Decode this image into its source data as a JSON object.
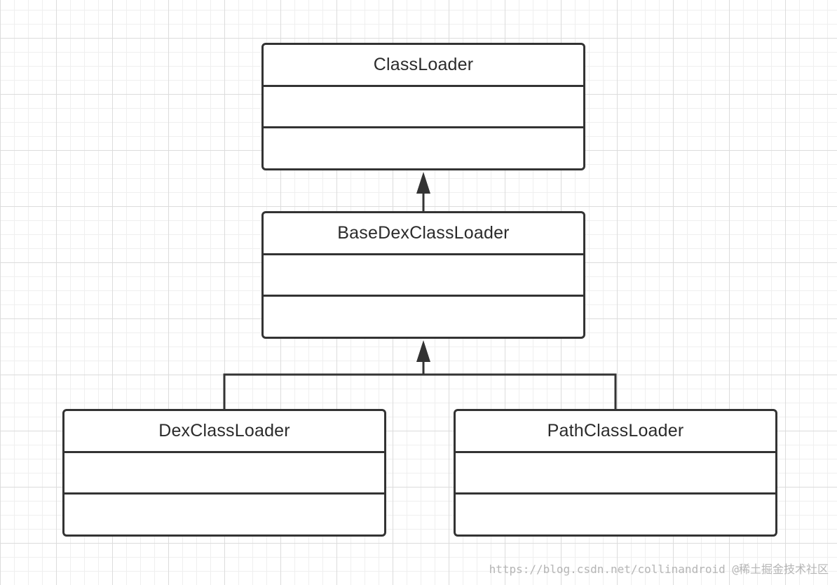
{
  "diagram": {
    "classes": [
      {
        "id": "classloader",
        "name": "ClassLoader"
      },
      {
        "id": "basedex",
        "name": "BaseDexClassLoader"
      },
      {
        "id": "dex",
        "name": "DexClassLoader"
      },
      {
        "id": "path",
        "name": "PathClassLoader"
      }
    ],
    "relations": [
      {
        "type": "inheritance",
        "from": "BaseDexClassLoader",
        "to": "ClassLoader"
      },
      {
        "type": "inheritance",
        "from": "DexClassLoader",
        "to": "BaseDexClassLoader"
      },
      {
        "type": "inheritance",
        "from": "PathClassLoader",
        "to": "BaseDexClassLoader"
      }
    ]
  },
  "colors": {
    "line": "#333333",
    "grid_major": "#dcdcdc",
    "grid_minor": "#efefef",
    "watermark": "#b5b5b5"
  },
  "watermark": "https://blog.csdn.net/collinandroid @稀土掘金技术社区"
}
